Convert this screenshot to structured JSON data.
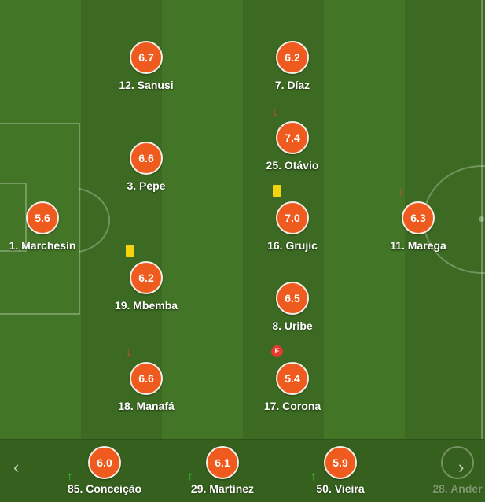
{
  "players": [
    {
      "rating": "6.7",
      "label": "12. Sanusi"
    },
    {
      "rating": "6.2",
      "label": "7. Díaz"
    },
    {
      "rating": "7.4",
      "label": "25. Otávio"
    },
    {
      "rating": "6.6",
      "label": "3. Pepe"
    },
    {
      "rating": "5.6",
      "label": "1. Marchesín"
    },
    {
      "rating": "7.0",
      "label": "16. Grujic"
    },
    {
      "rating": "6.3",
      "label": "11. Marega"
    },
    {
      "rating": "6.2",
      "label": "19. Mbemba"
    },
    {
      "rating": "6.5",
      "label": "8. Uribe"
    },
    {
      "rating": "6.6",
      "label": "18. Manafá"
    },
    {
      "rating": "5.4",
      "label": "17. Corona"
    }
  ],
  "event_badge": "E",
  "icons": {
    "sub_off": "arrow-down-icon",
    "sub_on": "arrow-up-icon",
    "card": "yellow-card-icon",
    "nav_prev": "chevron-left-icon",
    "nav_next": "chevron-right-icon"
  },
  "substitutes": [
    {
      "rating": "6.0",
      "label": "85. Conceição"
    },
    {
      "rating": "6.1",
      "label": "29. Martínez"
    },
    {
      "rating": "5.9",
      "label": "50. Vieira"
    },
    {
      "rating": "",
      "label": "28. Ander"
    }
  ],
  "nav": {
    "prev": "‹",
    "next": "›"
  },
  "colors": {
    "rating_badge": "#ef5a1e",
    "pitch": "#437526",
    "yellow_card": "#f5d40f",
    "sub_off": "#e5432f",
    "sub_on": "#2fd12a"
  }
}
